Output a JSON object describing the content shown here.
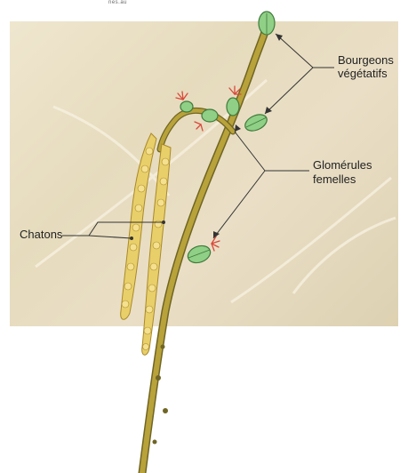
{
  "header": {
    "cropped_text": "nes.au"
  },
  "labels": {
    "bourgeons": "Bourgeons végétatifs",
    "bourgeons_line1": "Bourgeons",
    "bourgeons_line2": "végétatifs",
    "glomerules_line1": "Glomérules",
    "glomerules_line2": "femelles",
    "chatons": "Chatons"
  },
  "colors": {
    "stem": "#b8a23a",
    "stem_dark": "#6f6524",
    "bud": "#8fcf86",
    "bud_edge": "#3f7a3a",
    "catkin": "#e9cf6a",
    "catkin_edge": "#a8892a",
    "stigma": "#d9483a",
    "leader": "#333333"
  }
}
